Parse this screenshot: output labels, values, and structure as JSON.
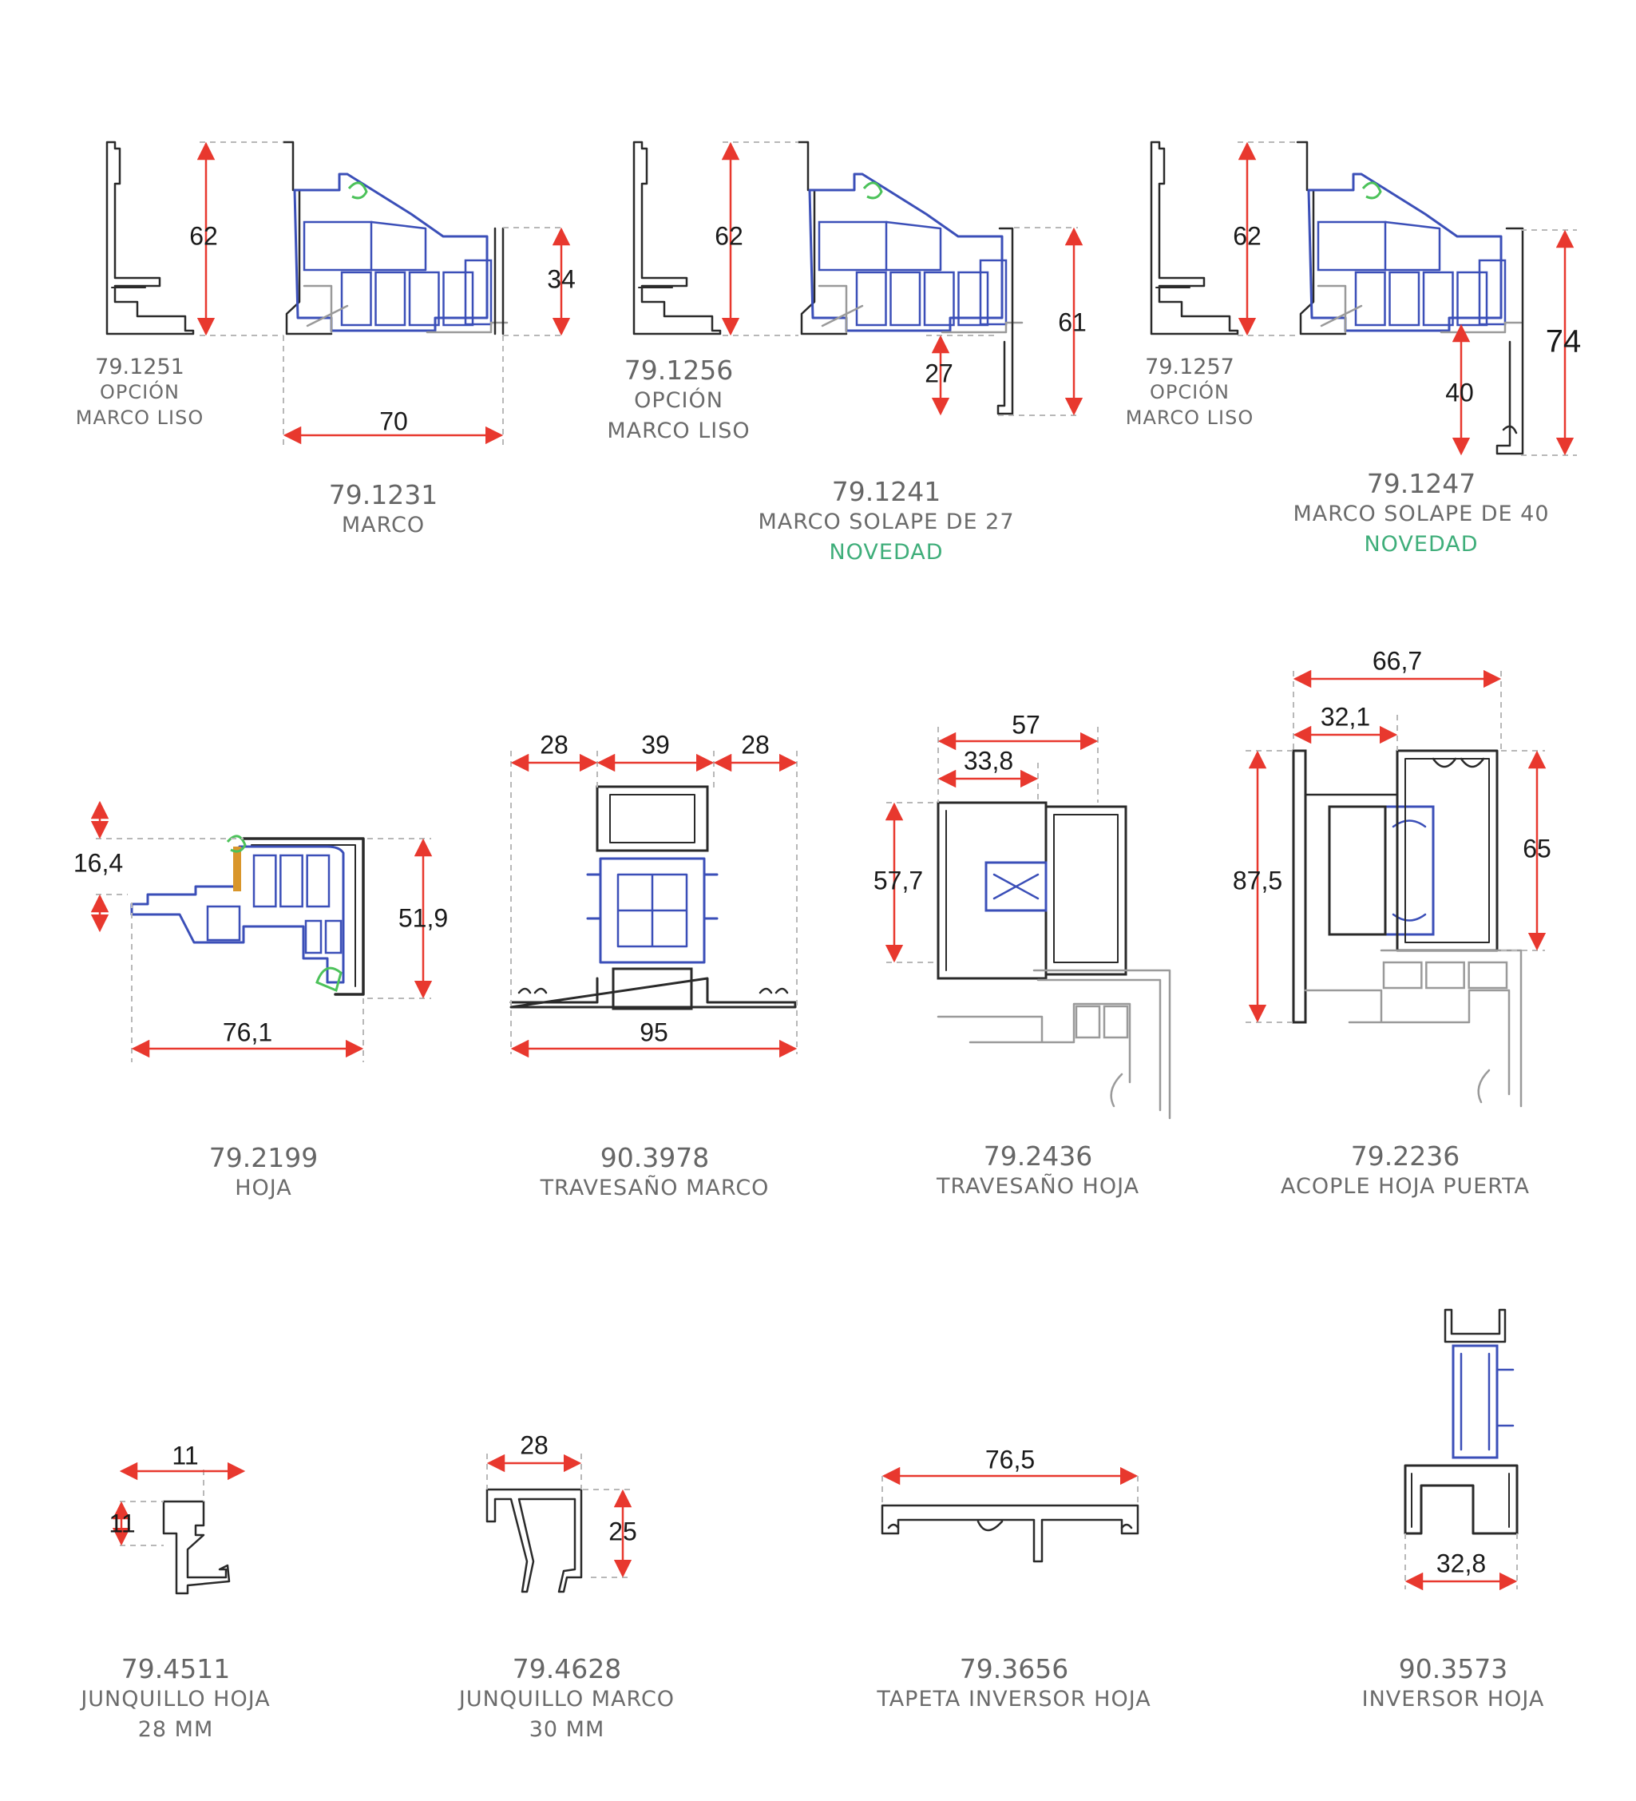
{
  "colors": {
    "dimension": "#e8382e",
    "profile_outline": "#2a2a2a",
    "pvc_core": "#3b4fb8",
    "gasket": "#4cc25a",
    "muted_profile": "#9a9a9a",
    "novedad": "#3fae7a",
    "caption": "#666666"
  },
  "profiles": [
    {
      "id": "p1251",
      "code": "79.1251",
      "lines": [
        "OPCIÓN",
        "MARCO LISO"
      ],
      "dims": []
    },
    {
      "id": "p1231",
      "code": "79.1231",
      "lines": [
        "MARCO"
      ],
      "dims": [
        "62",
        "34",
        "70"
      ]
    },
    {
      "id": "p1256",
      "code": "79.1256",
      "lines": [
        "OPCIÓN",
        "MARCO LISO"
      ],
      "dims": []
    },
    {
      "id": "p1241",
      "code": "79.1241",
      "lines": [
        "MARCO SOLAPE DE 27"
      ],
      "badge": "NOVEDAD",
      "dims": [
        "62",
        "61",
        "27"
      ]
    },
    {
      "id": "p1257",
      "code": "79.1257",
      "lines": [
        "OPCIÓN",
        "MARCO LISO"
      ],
      "dims": []
    },
    {
      "id": "p1247",
      "code": "79.1247",
      "lines": [
        "MARCO SOLAPE DE 40"
      ],
      "badge": "NOVEDAD",
      "dims": [
        "62",
        "74",
        "40"
      ]
    },
    {
      "id": "p2199",
      "code": "79.2199",
      "lines": [
        "HOJA"
      ],
      "dims": [
        "16,4",
        "51,9",
        "76,1"
      ]
    },
    {
      "id": "p3978",
      "code": "90.3978",
      "lines": [
        "TRAVESAÑO MARCO"
      ],
      "dims": [
        "28",
        "39",
        "28",
        "95"
      ]
    },
    {
      "id": "p2436",
      "code": "79.2436",
      "lines": [
        "TRAVESAÑO HOJA"
      ],
      "dims": [
        "57",
        "33,8",
        "57,7"
      ]
    },
    {
      "id": "p2236",
      "code": "79.2236",
      "lines": [
        "ACOPLE HOJA PUERTA"
      ],
      "dims": [
        "66,7",
        "32,1",
        "87,5",
        "65"
      ]
    },
    {
      "id": "p4511",
      "code": "79.4511",
      "lines": [
        "JUNQUILLO HOJA",
        "28 MM"
      ],
      "dims": [
        "11",
        "11"
      ]
    },
    {
      "id": "p4628",
      "code": "79.4628",
      "lines": [
        "JUNQUILLO MARCO",
        "30 MM"
      ],
      "dims": [
        "28",
        "25"
      ]
    },
    {
      "id": "p3656",
      "code": "79.3656",
      "lines": [
        "TAPETA INVERSOR HOJA"
      ],
      "dims": [
        "76,5"
      ]
    },
    {
      "id": "p3573",
      "code": "90.3573",
      "lines": [
        "INVERSOR HOJA"
      ],
      "dims": [
        "32,8"
      ]
    }
  ]
}
